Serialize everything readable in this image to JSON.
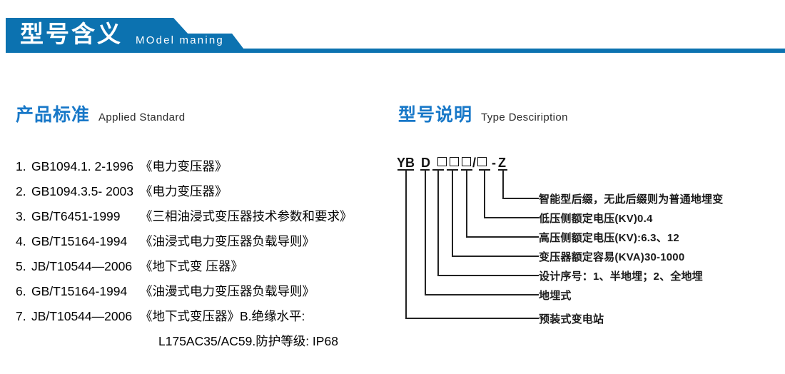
{
  "banner": {
    "title": "型号含义",
    "subtitle": "MOdel maning",
    "color": "#0C72B0"
  },
  "sections": {
    "left": {
      "cn": "产品标准",
      "en": "Applied Standard"
    },
    "right": {
      "cn": "型号说明",
      "en": "Type Desciription"
    }
  },
  "standards": [
    {
      "num": "1.",
      "code": "GB1094.1. 2-1996",
      "name": "《电力变压器》"
    },
    {
      "num": "2.",
      "code": "GB1094.3.5- 2003",
      "name": "《电力变压器》"
    },
    {
      "num": "3.",
      "code": "GB/T6451-1999",
      "name": "《三相油浸式变压器技术参数和要求》"
    },
    {
      "num": "4.",
      "code": "GB/T15164-1994",
      "name": "《油浸式电力变压器负载导则》"
    },
    {
      "num": "5.",
      "code": "JB/T10544—2006",
      "name": "《地下式变 压器》"
    },
    {
      "num": "6.",
      "code": "GB/T15164-1994",
      "name": "《油漫式电力变压器负载导则》"
    },
    {
      "num": "7.",
      "code": "JB/T10544—2006",
      "name": "《地下式变压器》B.绝缘水平:"
    }
  ],
  "standards_continuation": "L175AC35/AC59.防护等级: IP68",
  "model": {
    "code_parts": [
      "YB",
      "D",
      "□",
      "□",
      "□",
      "/",
      "□",
      "-",
      "Z"
    ],
    "code_text": "YB D □□□/□ -Z",
    "labels": [
      "智能型后缀，无此后缀则为普通地埋变",
      "低压侧额定电压(KV)0.4",
      "高压侧额定电压(KV):6.3、12",
      "变压器额定容易(KVA)30-1000",
      "设计序号：1、半地埋；2、全地埋",
      "地埋式",
      "预装式变电站"
    ]
  }
}
